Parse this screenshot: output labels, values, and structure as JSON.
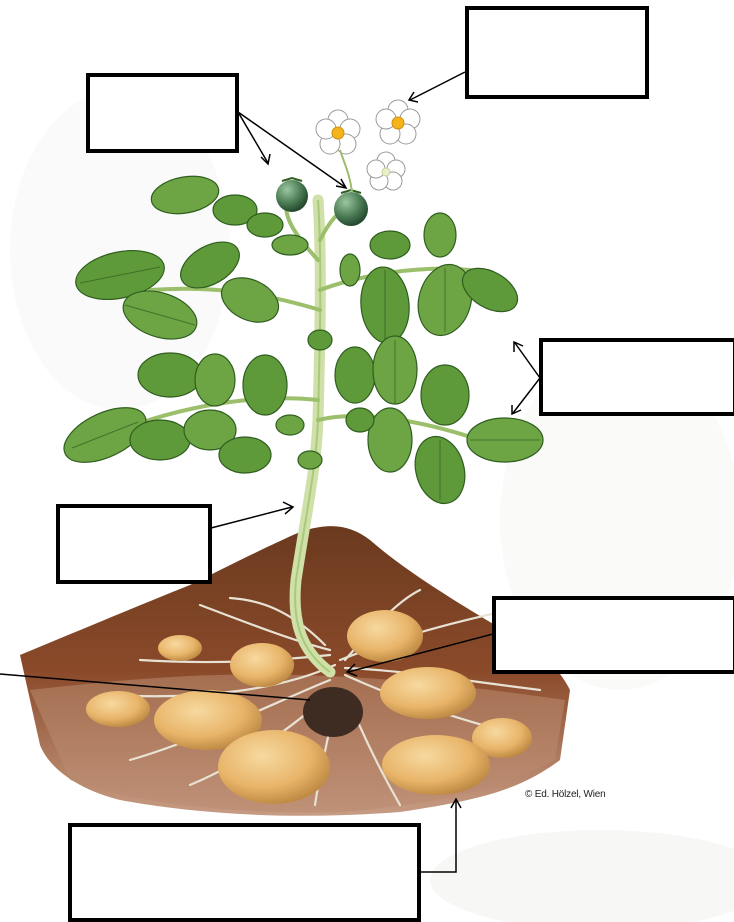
{
  "credit": "© Ed. Hölzel, Wien",
  "label_boxes": [
    {
      "name": "label-box-flower",
      "text": ""
    },
    {
      "name": "label-box-fruit",
      "text": ""
    },
    {
      "name": "label-box-leaves",
      "text": ""
    },
    {
      "name": "label-box-stem",
      "text": ""
    },
    {
      "name": "label-box-roots",
      "text": ""
    },
    {
      "name": "label-box-mother-tuber",
      "text": ""
    },
    {
      "name": "label-box-tubers",
      "text": ""
    }
  ],
  "colors": {
    "soil": "#7a3f22",
    "soil_dark": "#4a2414",
    "leaf": "#5f9a3a",
    "leaf_dark": "#2f5e1f",
    "tuber": "#e8b56a",
    "tuber_dark": "#b9843e",
    "root": "#e8e2d4",
    "flower": "#ffffff",
    "flower_center": "#f2b418",
    "berry": "#4c7d55"
  }
}
